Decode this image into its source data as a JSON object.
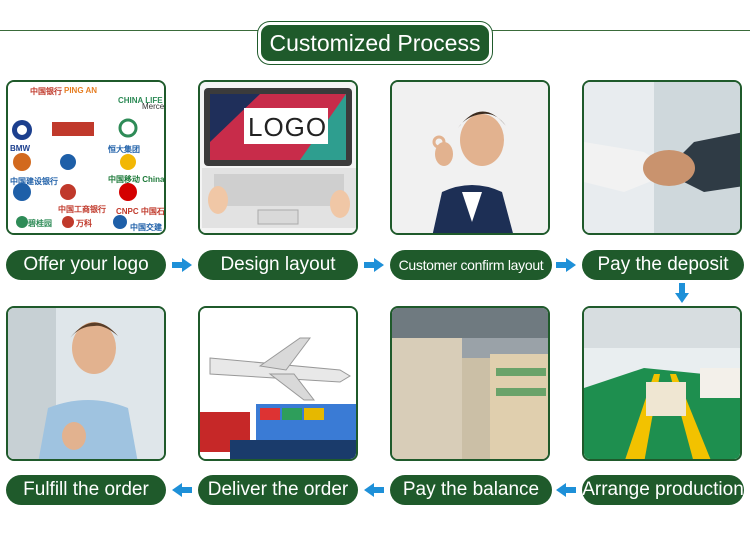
{
  "header": {
    "title": "Customized Process"
  },
  "steps": [
    {
      "label": "Offer your logo"
    },
    {
      "label": "Design layout"
    },
    {
      "label": "Customer confirm layout"
    },
    {
      "label": "Pay the deposit"
    },
    {
      "label": "Fulfill the order"
    },
    {
      "label": "Deliver the order"
    },
    {
      "label": "Pay the balance"
    },
    {
      "label": "Arrange production"
    }
  ],
  "design_card": {
    "logo_text": "LOGO"
  },
  "logo_wall": {
    "brands": [
      "中国银行",
      "PING AN",
      "CHINA LIFE",
      "Merce",
      "BMW",
      "中国建设银行",
      "中国移动 China Mobile",
      "恒大集团",
      "中国工商银行",
      "CNPC 中国石油",
      "碧桂园",
      "万科",
      "中国交建"
    ]
  },
  "colors": {
    "primary": "#1f5a2b",
    "arrow": "#1e90d8"
  }
}
